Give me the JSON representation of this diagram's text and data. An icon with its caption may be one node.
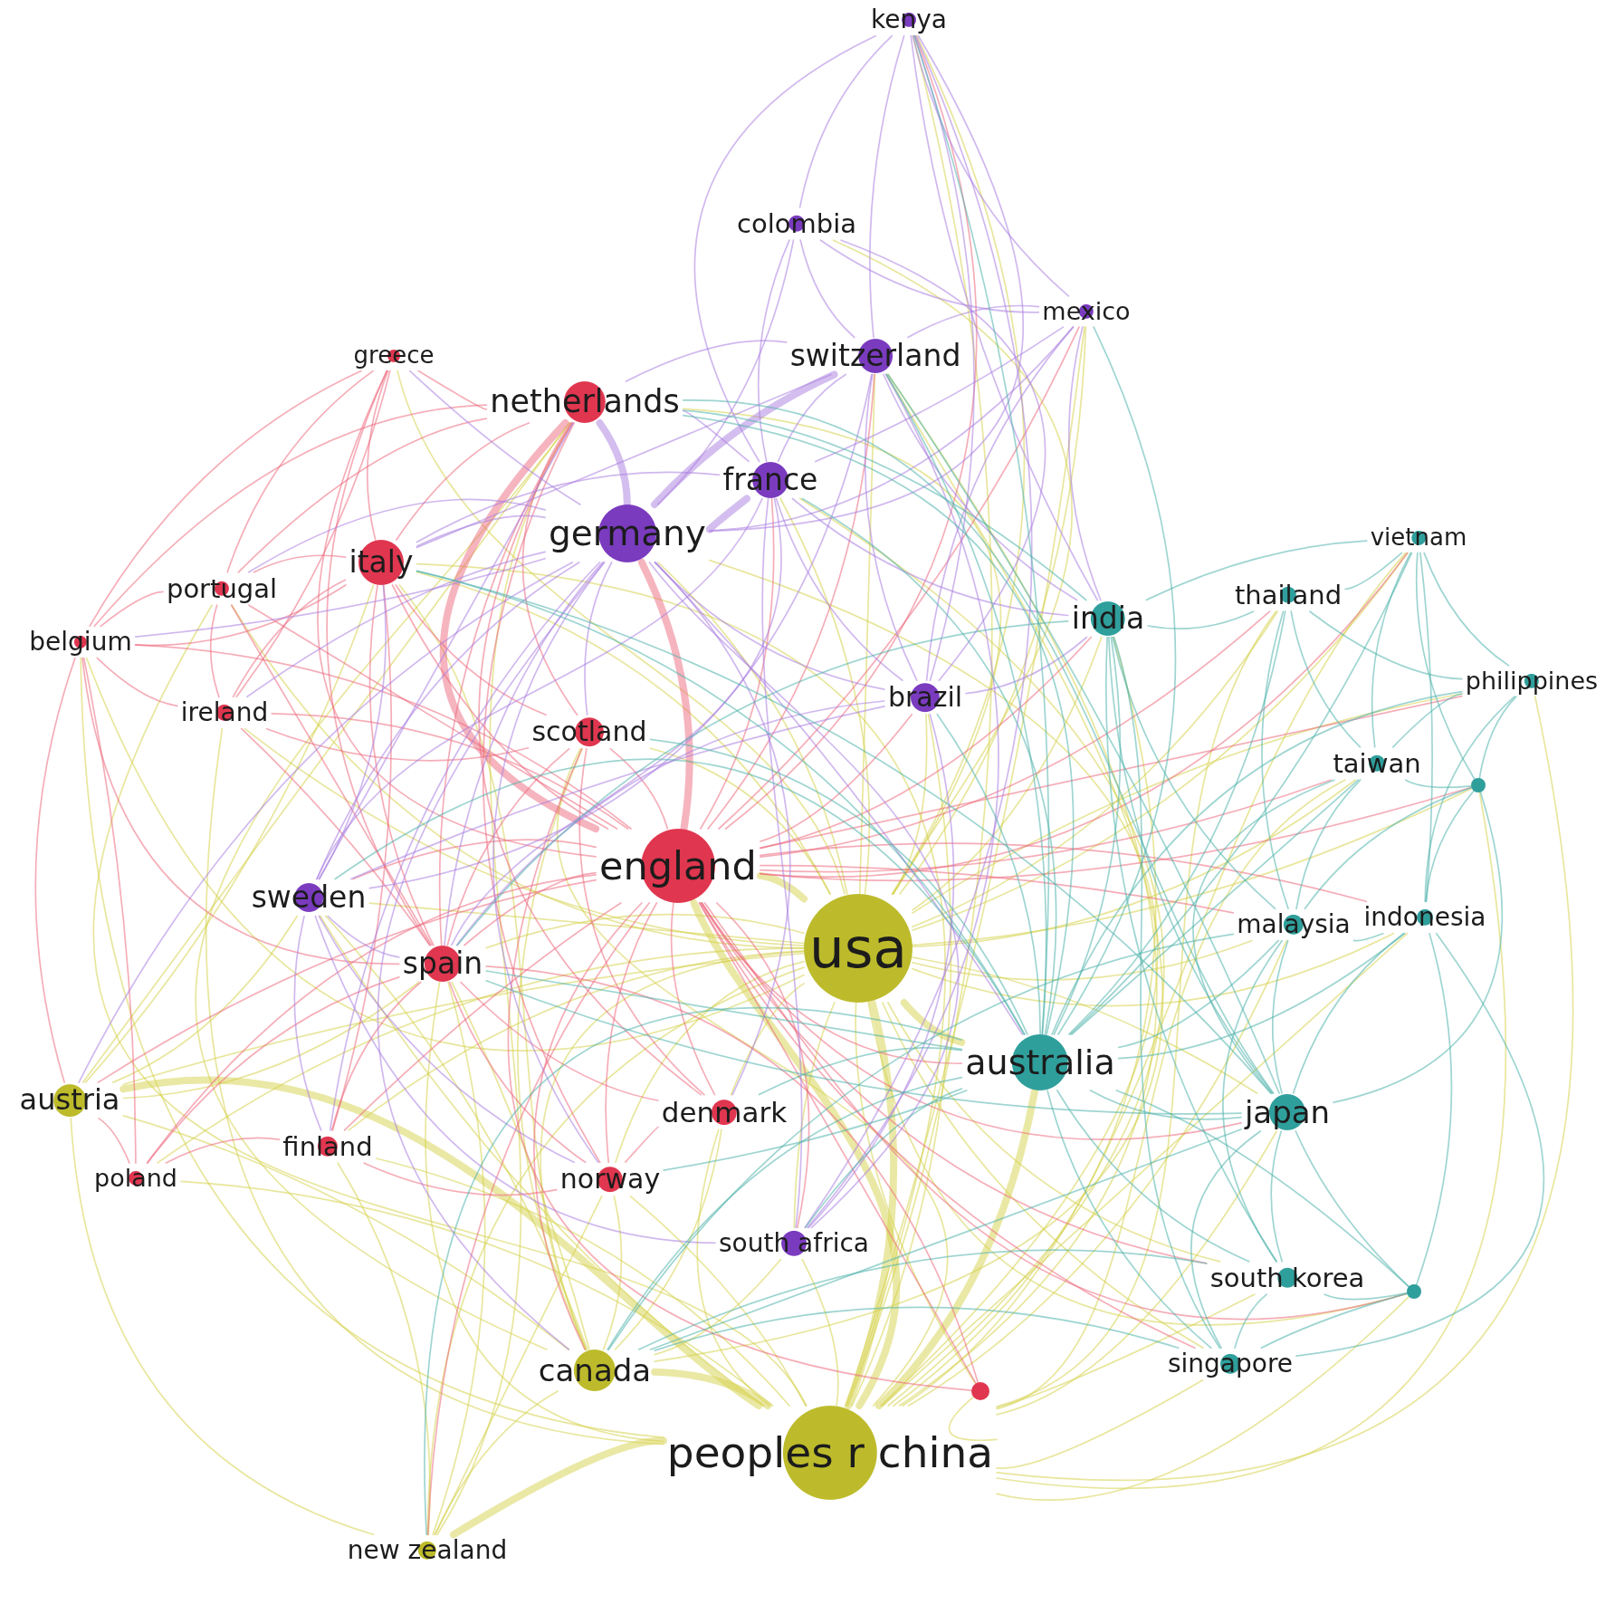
{
  "diagram": {
    "nodes": [
      {
        "text": [
          "kenya"
        ]
      },
      {
        "text": [
          "colombia"
        ]
      },
      {
        "text": [
          "mexico"
        ]
      },
      {
        "text": [
          "greece"
        ]
      },
      {
        "text": [
          "switzerland"
        ]
      },
      {
        "text": [
          "netherlands"
        ]
      },
      {
        "text": [
          "france"
        ]
      },
      {
        "text": [
          "germany"
        ]
      },
      {
        "text": [
          "vietnam"
        ]
      },
      {
        "text": [
          "italy"
        ]
      },
      {
        "text": [
          "portugal"
        ]
      },
      {
        "text": [
          "thailand"
        ]
      },
      {
        "text": [
          "india"
        ]
      },
      {
        "text": [
          "belgium"
        ]
      },
      {
        "text": [
          "philippines"
        ]
      },
      {
        "text": [
          "brazil"
        ]
      },
      {
        "text": [
          "ireland"
        ]
      },
      {
        "text": [
          "scotland"
        ]
      },
      {
        "text": [
          "taiwan"
        ]
      },
      {
        "text": [],
        "shape": "circle"
      },
      {
        "text": [
          "england"
        ]
      },
      {
        "text": [
          "sweden"
        ]
      },
      {
        "text": [
          "malaysia"
        ]
      },
      {
        "text": [
          "indonesia"
        ]
      },
      {
        "text": [
          "usa"
        ]
      },
      {
        "text": [
          "spain"
        ]
      },
      {
        "text": [
          "australia"
        ]
      },
      {
        "text": [
          "austria"
        ]
      },
      {
        "text": [
          "denmark"
        ]
      },
      {
        "text": [
          "japan"
        ]
      },
      {
        "text": [
          "finland"
        ]
      },
      {
        "text": [
          "poland"
        ]
      },
      {
        "text": [
          "norway"
        ]
      },
      {
        "text": [
          "south africa"
        ]
      },
      {
        "text": [
          "south korea"
        ]
      },
      {
        "text": [],
        "shape": "circle"
      },
      {
        "text": [
          "singapore"
        ]
      },
      {
        "text": [
          "canada"
        ]
      },
      {
        "text": [],
        "shape": "circle"
      },
      {
        "text": [
          "peoples r china"
        ]
      },
      {
        "text": [
          "new zealand"
        ]
      }
    ],
    "edges": [
      {
        "from": 24,
        "to": 0,
        "arrow": "none"
      },
      {
        "from": 24,
        "to": 1,
        "arrow": "none"
      },
      {
        "from": 24,
        "to": 2,
        "arrow": "none"
      },
      {
        "from": 24,
        "to": 3,
        "arrow": "none"
      },
      {
        "from": 24,
        "to": 4,
        "arrow": "none"
      },
      {
        "from": 24,
        "to": 5,
        "arrow": "none"
      },
      {
        "from": 24,
        "to": 6,
        "arrow": "none"
      },
      {
        "from": 24,
        "to": 7,
        "arrow": "none"
      },
      {
        "from": 24,
        "to": 8,
        "arrow": "none"
      },
      {
        "from": 24,
        "to": 9,
        "arrow": "none"
      },
      {
        "from": 24,
        "to": 10,
        "arrow": "none"
      },
      {
        "from": 24,
        "to": 11,
        "arrow": "none"
      },
      {
        "from": 24,
        "to": 12,
        "arrow": "none"
      },
      {
        "from": 24,
        "to": 13,
        "arrow": "none"
      },
      {
        "from": 24,
        "to": 14,
        "arrow": "none"
      },
      {
        "from": 24,
        "to": 15,
        "arrow": "none"
      },
      {
        "from": 24,
        "to": 16,
        "arrow": "none"
      },
      {
        "from": 24,
        "to": 17,
        "arrow": "none"
      },
      {
        "from": 24,
        "to": 18,
        "arrow": "none"
      },
      {
        "from": 24,
        "to": 19,
        "arrow": "none"
      },
      {
        "from": 24,
        "to": 20,
        "arrow": "none",
        "style": "thick"
      },
      {
        "from": 24,
        "to": 21,
        "arrow": "none"
      },
      {
        "from": 24,
        "to": 22,
        "arrow": "none"
      },
      {
        "from": 24,
        "to": 23,
        "arrow": "none"
      },
      {
        "from": 24,
        "to": 25,
        "arrow": "none"
      },
      {
        "from": 24,
        "to": 26,
        "arrow": "none",
        "style": "thick"
      },
      {
        "from": 24,
        "to": 27,
        "arrow": "none"
      },
      {
        "from": 24,
        "to": 28,
        "arrow": "none"
      },
      {
        "from": 24,
        "to": 29,
        "arrow": "none"
      },
      {
        "from": 24,
        "to": 30,
        "arrow": "none"
      },
      {
        "from": 24,
        "to": 31,
        "arrow": "none"
      },
      {
        "from": 24,
        "to": 32,
        "arrow": "none"
      },
      {
        "from": 24,
        "to": 33,
        "arrow": "none"
      },
      {
        "from": 24,
        "to": 34,
        "arrow": "none"
      },
      {
        "from": 24,
        "to": 35,
        "arrow": "none"
      },
      {
        "from": 24,
        "to": 36,
        "arrow": "none"
      },
      {
        "from": 24,
        "to": 37,
        "arrow": "none"
      },
      {
        "from": 24,
        "to": 38,
        "arrow": "none"
      },
      {
        "from": 24,
        "to": 39,
        "arrow": "none",
        "style": "thick"
      },
      {
        "from": 24,
        "to": 40,
        "arrow": "none"
      },
      {
        "from": 39,
        "to": 0,
        "arrow": "none"
      },
      {
        "from": 39,
        "to": 2,
        "arrow": "none"
      },
      {
        "from": 39,
        "to": 4,
        "arrow": "none"
      },
      {
        "from": 39,
        "to": 6,
        "arrow": "none"
      },
      {
        "from": 39,
        "to": 7,
        "arrow": "none"
      },
      {
        "from": 39,
        "to": 8,
        "arrow": "none"
      },
      {
        "from": 39,
        "to": 9,
        "arrow": "none"
      },
      {
        "from": 39,
        "to": 10,
        "arrow": "none"
      },
      {
        "from": 39,
        "to": 11,
        "arrow": "none"
      },
      {
        "from": 39,
        "to": 12,
        "arrow": "none"
      },
      {
        "from": 39,
        "to": 13,
        "arrow": "none"
      },
      {
        "from": 39,
        "to": 14,
        "arrow": "none"
      },
      {
        "from": 39,
        "to": 15,
        "arrow": "none"
      },
      {
        "from": 39,
        "to": 16,
        "arrow": "none"
      },
      {
        "from": 39,
        "to": 17,
        "arrow": "none"
      },
      {
        "from": 39,
        "to": 18,
        "arrow": "none"
      },
      {
        "from": 39,
        "to": 19,
        "arrow": "none"
      },
      {
        "from": 39,
        "to": 20,
        "arrow": "none",
        "style": "thick"
      },
      {
        "from": 39,
        "to": 21,
        "arrow": "none"
      },
      {
        "from": 39,
        "to": 22,
        "arrow": "none"
      },
      {
        "from": 39,
        "to": 23,
        "arrow": "none"
      },
      {
        "from": 39,
        "to": 25,
        "arrow": "none"
      },
      {
        "from": 39,
        "to": 26,
        "arrow": "none",
        "style": "thick"
      },
      {
        "from": 39,
        "to": 27,
        "arrow": "none",
        "style": "thick"
      },
      {
        "from": 39,
        "to": 28,
        "arrow": "none"
      },
      {
        "from": 39,
        "to": 29,
        "arrow": "none"
      },
      {
        "from": 39,
        "to": 30,
        "arrow": "none"
      },
      {
        "from": 39,
        "to": 31,
        "arrow": "none"
      },
      {
        "from": 39,
        "to": 32,
        "arrow": "none"
      },
      {
        "from": 39,
        "to": 33,
        "arrow": "none"
      },
      {
        "from": 39,
        "to": 34,
        "arrow": "none"
      },
      {
        "from": 39,
        "to": 35,
        "arrow": "none"
      },
      {
        "from": 39,
        "to": 36,
        "arrow": "none"
      },
      {
        "from": 39,
        "to": 37,
        "arrow": "none",
        "style": "thick"
      },
      {
        "from": 39,
        "to": 38,
        "arrow": "none"
      },
      {
        "from": 39,
        "to": 40,
        "arrow": "none",
        "style": "thick"
      },
      {
        "from": 37,
        "to": 40,
        "arrow": "none"
      },
      {
        "from": 37,
        "to": 27,
        "arrow": "none"
      },
      {
        "from": 37,
        "to": 5,
        "arrow": "none"
      },
      {
        "from": 37,
        "to": 9,
        "arrow": "none"
      },
      {
        "from": 37,
        "to": 25,
        "arrow": "none"
      },
      {
        "from": 37,
        "to": 21,
        "arrow": "none"
      },
      {
        "from": 37,
        "to": 28,
        "arrow": "none"
      },
      {
        "from": 37,
        "to": 32,
        "arrow": "none"
      },
      {
        "from": 37,
        "to": 17,
        "arrow": "none"
      },
      {
        "from": 37,
        "to": 4,
        "arrow": "none"
      },
      {
        "from": 37,
        "to": 33,
        "arrow": "none"
      },
      {
        "from": 27,
        "to": 40,
        "arrow": "none"
      },
      {
        "from": 27,
        "to": 5,
        "arrow": "none"
      },
      {
        "from": 27,
        "to": 21,
        "arrow": "none"
      },
      {
        "from": 27,
        "to": 9,
        "arrow": "none"
      },
      {
        "from": 27,
        "to": 25,
        "arrow": "none"
      },
      {
        "from": 40,
        "to": 5,
        "arrow": "none"
      },
      {
        "from": 40,
        "to": 25,
        "arrow": "none"
      },
      {
        "from": 40,
        "to": 30,
        "arrow": "none"
      },
      {
        "from": 40,
        "to": 32,
        "arrow": "none"
      },
      {
        "from": 20,
        "to": 0,
        "arrow": "none",
        "color": "#ec6a7e"
      },
      {
        "from": 20,
        "to": 2,
        "arrow": "none",
        "color": "#ec6a7e"
      },
      {
        "from": 20,
        "to": 3,
        "arrow": "none",
        "color": "#ec6a7e"
      },
      {
        "from": 20,
        "to": 4,
        "arrow": "none",
        "color": "#ec6a7e"
      },
      {
        "from": 20,
        "to": 5,
        "arrow": "none",
        "color": "#ec6a7e",
        "style": "thick"
      },
      {
        "from": 20,
        "to": 6,
        "arrow": "none",
        "color": "#ec6a7e"
      },
      {
        "from": 20,
        "to": 7,
        "arrow": "none",
        "color": "#ec6a7e",
        "style": "thick"
      },
      {
        "from": 20,
        "to": 8,
        "arrow": "none",
        "color": "#ec6a7e"
      },
      {
        "from": 20,
        "to": 9,
        "arrow": "none",
        "color": "#ec6a7e"
      },
      {
        "from": 20,
        "to": 10,
        "arrow": "none",
        "color": "#ec6a7e"
      },
      {
        "from": 20,
        "to": 11,
        "arrow": "none",
        "color": "#ec6a7e"
      },
      {
        "from": 20,
        "to": 12,
        "arrow": "none",
        "color": "#ec6a7e"
      },
      {
        "from": 20,
        "to": 13,
        "arrow": "none",
        "color": "#ec6a7e"
      },
      {
        "from": 20,
        "to": 14,
        "arrow": "none",
        "color": "#ec6a7e"
      },
      {
        "from": 20,
        "to": 15,
        "arrow": "none",
        "color": "#ec6a7e"
      },
      {
        "from": 20,
        "to": 16,
        "arrow": "none",
        "color": "#ec6a7e"
      },
      {
        "from": 20,
        "to": 17,
        "arrow": "none",
        "color": "#ec6a7e"
      },
      {
        "from": 20,
        "to": 18,
        "arrow": "none",
        "color": "#ec6a7e"
      },
      {
        "from": 20,
        "to": 19,
        "arrow": "none",
        "color": "#ec6a7e"
      },
      {
        "from": 20,
        "to": 21,
        "arrow": "none",
        "color": "#ec6a7e"
      },
      {
        "from": 20,
        "to": 22,
        "arrow": "none",
        "color": "#ec6a7e"
      },
      {
        "from": 20,
        "to": 23,
        "arrow": "none",
        "color": "#ec6a7e"
      },
      {
        "from": 20,
        "to": 25,
        "arrow": "none",
        "color": "#ec6a7e"
      },
      {
        "from": 20,
        "to": 26,
        "arrow": "none",
        "color": "#ec6a7e"
      },
      {
        "from": 20,
        "to": 27,
        "arrow": "none",
        "color": "#ec6a7e"
      },
      {
        "from": 20,
        "to": 28,
        "arrow": "none",
        "color": "#ec6a7e"
      },
      {
        "from": 20,
        "to": 29,
        "arrow": "none",
        "color": "#ec6a7e"
      },
      {
        "from": 20,
        "to": 30,
        "arrow": "none",
        "color": "#ec6a7e"
      },
      {
        "from": 20,
        "to": 31,
        "arrow": "none",
        "color": "#ec6a7e"
      },
      {
        "from": 20,
        "to": 32,
        "arrow": "none",
        "color": "#ec6a7e"
      },
      {
        "from": 20,
        "to": 33,
        "arrow": "none",
        "color": "#ec6a7e"
      },
      {
        "from": 20,
        "to": 34,
        "arrow": "none",
        "color": "#ec6a7e"
      },
      {
        "from": 20,
        "to": 35,
        "arrow": "none",
        "color": "#ec6a7e"
      },
      {
        "from": 20,
        "to": 36,
        "arrow": "none",
        "color": "#ec6a7e"
      },
      {
        "from": 20,
        "to": 37,
        "arrow": "none",
        "color": "#ec6a7e"
      },
      {
        "from": 20,
        "to": 38,
        "arrow": "none",
        "color": "#ec6a7e"
      },
      {
        "from": 20,
        "to": 40,
        "arrow": "none",
        "color": "#ec6a7e"
      },
      {
        "from": 3,
        "to": 5,
        "arrow": "none",
        "color": "#ec6a7e"
      },
      {
        "from": 3,
        "to": 9,
        "arrow": "none",
        "color": "#ec6a7e"
      },
      {
        "from": 3,
        "to": 10,
        "arrow": "none",
        "color": "#ec6a7e"
      },
      {
        "from": 3,
        "to": 13,
        "arrow": "none",
        "color": "#ec6a7e"
      },
      {
        "from": 3,
        "to": 16,
        "arrow": "none",
        "color": "#ec6a7e"
      },
      {
        "from": 3,
        "to": 25,
        "arrow": "none",
        "color": "#ec6a7e"
      },
      {
        "from": 5,
        "to": 9,
        "arrow": "none",
        "color": "#ec6a7e"
      },
      {
        "from": 5,
        "to": 10,
        "arrow": "none",
        "color": "#ec6a7e"
      },
      {
        "from": 5,
        "to": 13,
        "arrow": "none",
        "color": "#ec6a7e"
      },
      {
        "from": 5,
        "to": 17,
        "arrow": "none",
        "color": "#ec6a7e"
      },
      {
        "from": 5,
        "to": 25,
        "arrow": "none",
        "color": "#ec6a7e"
      },
      {
        "from": 5,
        "to": 28,
        "arrow": "none",
        "color": "#ec6a7e"
      },
      {
        "from": 5,
        "to": 32,
        "arrow": "none",
        "color": "#ec6a7e"
      },
      {
        "from": 9,
        "to": 10,
        "arrow": "none",
        "color": "#ec6a7e"
      },
      {
        "from": 9,
        "to": 13,
        "arrow": "none",
        "color": "#ec6a7e"
      },
      {
        "from": 9,
        "to": 16,
        "arrow": "none",
        "color": "#ec6a7e"
      },
      {
        "from": 9,
        "to": 17,
        "arrow": "none",
        "color": "#ec6a7e"
      },
      {
        "from": 9,
        "to": 25,
        "arrow": "none",
        "color": "#ec6a7e"
      },
      {
        "from": 9,
        "to": 30,
        "arrow": "none",
        "color": "#ec6a7e"
      },
      {
        "from": 10,
        "to": 13,
        "arrow": "none",
        "color": "#ec6a7e"
      },
      {
        "from": 10,
        "to": 16,
        "arrow": "none",
        "color": "#ec6a7e"
      },
      {
        "from": 10,
        "to": 25,
        "arrow": "none",
        "color": "#ec6a7e"
      },
      {
        "from": 13,
        "to": 16,
        "arrow": "none",
        "color": "#ec6a7e"
      },
      {
        "from": 13,
        "to": 25,
        "arrow": "none",
        "color": "#ec6a7e"
      },
      {
        "from": 13,
        "to": 31,
        "arrow": "none",
        "color": "#ec6a7e"
      },
      {
        "from": 16,
        "to": 17,
        "arrow": "none",
        "color": "#ec6a7e"
      },
      {
        "from": 16,
        "to": 25,
        "arrow": "none",
        "color": "#ec6a7e"
      },
      {
        "from": 17,
        "to": 25,
        "arrow": "none",
        "color": "#ec6a7e"
      },
      {
        "from": 17,
        "to": 28,
        "arrow": "none",
        "color": "#ec6a7e"
      },
      {
        "from": 25,
        "to": 28,
        "arrow": "none",
        "color": "#ec6a7e"
      },
      {
        "from": 25,
        "to": 30,
        "arrow": "none",
        "color": "#ec6a7e"
      },
      {
        "from": 25,
        "to": 31,
        "arrow": "none",
        "color": "#ec6a7e"
      },
      {
        "from": 25,
        "to": 32,
        "arrow": "none",
        "color": "#ec6a7e"
      },
      {
        "from": 28,
        "to": 32,
        "arrow": "none",
        "color": "#ec6a7e"
      },
      {
        "from": 30,
        "to": 31,
        "arrow": "none",
        "color": "#ec6a7e"
      },
      {
        "from": 30,
        "to": 32,
        "arrow": "none",
        "color": "#ec6a7e"
      },
      {
        "from": 38,
        "to": 25,
        "arrow": "none",
        "color": "#ec6a7e"
      },
      {
        "from": 38,
        "to": 17,
        "arrow": "none",
        "color": "#ec6a7e"
      },
      {
        "from": 13,
        "to": 27,
        "arrow": "none",
        "color": "#ec6a7e"
      },
      {
        "from": 31,
        "to": 27,
        "arrow": "none",
        "color": "#ec6a7e"
      },
      {
        "from": 7,
        "to": 0,
        "arrow": "none",
        "color": "#a97de0"
      },
      {
        "from": 7,
        "to": 1,
        "arrow": "none",
        "color": "#a97de0"
      },
      {
        "from": 7,
        "to": 2,
        "arrow": "none",
        "color": "#a97de0"
      },
      {
        "from": 7,
        "to": 3,
        "arrow": "none",
        "color": "#a97de0"
      },
      {
        "from": 7,
        "to": 4,
        "arrow": "none",
        "color": "#a97de0",
        "style": "thick"
      },
      {
        "from": 7,
        "to": 5,
        "arrow": "none",
        "color": "#a97de0",
        "style": "thick"
      },
      {
        "from": 7,
        "to": 6,
        "arrow": "none",
        "color": "#a97de0",
        "style": "thick"
      },
      {
        "from": 7,
        "to": 9,
        "arrow": "none",
        "color": "#a97de0"
      },
      {
        "from": 7,
        "to": 10,
        "arrow": "none",
        "color": "#a97de0"
      },
      {
        "from": 7,
        "to": 13,
        "arrow": "none",
        "color": "#a97de0"
      },
      {
        "from": 7,
        "to": 15,
        "arrow": "none",
        "color": "#a97de0"
      },
      {
        "from": 7,
        "to": 16,
        "arrow": "none",
        "color": "#a97de0"
      },
      {
        "from": 7,
        "to": 17,
        "arrow": "none",
        "color": "#a97de0"
      },
      {
        "from": 7,
        "to": 21,
        "arrow": "none",
        "color": "#a97de0"
      },
      {
        "from": 7,
        "to": 25,
        "arrow": "none",
        "color": "#a97de0"
      },
      {
        "from": 7,
        "to": 26,
        "arrow": "none",
        "color": "#a97de0"
      },
      {
        "from": 7,
        "to": 27,
        "arrow": "none",
        "color": "#a97de0"
      },
      {
        "from": 7,
        "to": 28,
        "arrow": "none",
        "color": "#a97de0"
      },
      {
        "from": 7,
        "to": 30,
        "arrow": "none",
        "color": "#a97de0"
      },
      {
        "from": 7,
        "to": 32,
        "arrow": "none",
        "color": "#a97de0"
      },
      {
        "from": 7,
        "to": 33,
        "arrow": "none",
        "color": "#a97de0"
      },
      {
        "from": 7,
        "to": 37,
        "arrow": "none",
        "color": "#a97de0"
      },
      {
        "from": 0,
        "to": 1,
        "arrow": "none",
        "color": "#a97de0"
      },
      {
        "from": 0,
        "to": 4,
        "arrow": "none",
        "color": "#a97de0"
      },
      {
        "from": 0,
        "to": 6,
        "arrow": "none",
        "color": "#a97de0"
      },
      {
        "from": 0,
        "to": 15,
        "arrow": "none",
        "color": "#a97de0"
      },
      {
        "from": 0,
        "to": 33,
        "arrow": "none",
        "color": "#a97de0"
      },
      {
        "from": 0,
        "to": 2,
        "arrow": "none",
        "color": "#a97de0"
      },
      {
        "from": 1,
        "to": 4,
        "arrow": "none",
        "color": "#a97de0"
      },
      {
        "from": 1,
        "to": 6,
        "arrow": "none",
        "color": "#a97de0"
      },
      {
        "from": 1,
        "to": 15,
        "arrow": "none",
        "color": "#a97de0"
      },
      {
        "from": 1,
        "to": 2,
        "arrow": "none",
        "color": "#a97de0"
      },
      {
        "from": 2,
        "to": 4,
        "arrow": "none",
        "color": "#a97de0"
      },
      {
        "from": 2,
        "to": 6,
        "arrow": "none",
        "color": "#a97de0"
      },
      {
        "from": 2,
        "to": 15,
        "arrow": "none",
        "color": "#a97de0"
      },
      {
        "from": 4,
        "to": 6,
        "arrow": "none",
        "color": "#a97de0"
      },
      {
        "from": 4,
        "to": 15,
        "arrow": "none",
        "color": "#a97de0"
      },
      {
        "from": 4,
        "to": 21,
        "arrow": "none",
        "color": "#a97de0"
      },
      {
        "from": 4,
        "to": 33,
        "arrow": "none",
        "color": "#a97de0"
      },
      {
        "from": 6,
        "to": 15,
        "arrow": "none",
        "color": "#a97de0"
      },
      {
        "from": 6,
        "to": 21,
        "arrow": "none",
        "color": "#a97de0"
      },
      {
        "from": 6,
        "to": 33,
        "arrow": "none",
        "color": "#a97de0"
      },
      {
        "from": 15,
        "to": 33,
        "arrow": "none",
        "color": "#a97de0"
      },
      {
        "from": 15,
        "to": 21,
        "arrow": "none",
        "color": "#a97de0"
      },
      {
        "from": 21,
        "to": 33,
        "arrow": "none",
        "color": "#a97de0"
      },
      {
        "from": 4,
        "to": 5,
        "arrow": "none",
        "color": "#a97de0"
      },
      {
        "from": 4,
        "to": 9,
        "arrow": "none",
        "color": "#a97de0"
      },
      {
        "from": 4,
        "to": 12,
        "arrow": "none",
        "color": "#a97de0"
      },
      {
        "from": 6,
        "to": 9,
        "arrow": "none",
        "color": "#a97de0"
      },
      {
        "from": 6,
        "to": 5,
        "arrow": "none",
        "color": "#a97de0"
      },
      {
        "from": 6,
        "to": 12,
        "arrow": "none",
        "color": "#a97de0"
      },
      {
        "from": 6,
        "to": 25,
        "arrow": "none",
        "color": "#a97de0"
      },
      {
        "from": 21,
        "to": 5,
        "arrow": "none",
        "color": "#a97de0"
      },
      {
        "from": 21,
        "to": 9,
        "arrow": "none",
        "color": "#a97de0"
      },
      {
        "from": 21,
        "to": 25,
        "arrow": "none",
        "color": "#a97de0"
      },
      {
        "from": 21,
        "to": 30,
        "arrow": "none",
        "color": "#a97de0"
      },
      {
        "from": 21,
        "to": 32,
        "arrow": "none",
        "color": "#a97de0"
      },
      {
        "from": 15,
        "to": 12,
        "arrow": "none",
        "color": "#a97de0"
      },
      {
        "from": 15,
        "to": 25,
        "arrow": "none",
        "color": "#a97de0"
      },
      {
        "from": 2,
        "to": 12,
        "arrow": "none",
        "color": "#a97de0"
      },
      {
        "from": 0,
        "to": 12,
        "arrow": "none",
        "color": "#a97de0"
      },
      {
        "from": 26,
        "to": 0,
        "arrow": "none",
        "color": "#4fb3ac"
      },
      {
        "from": 26,
        "to": 2,
        "arrow": "none",
        "color": "#4fb3ac"
      },
      {
        "from": 26,
        "to": 4,
        "arrow": "none",
        "color": "#4fb3ac"
      },
      {
        "from": 26,
        "to": 5,
        "arrow": "none",
        "color": "#4fb3ac"
      },
      {
        "from": 26,
        "to": 6,
        "arrow": "none",
        "color": "#4fb3ac"
      },
      {
        "from": 26,
        "to": 8,
        "arrow": "none",
        "color": "#4fb3ac"
      },
      {
        "from": 26,
        "to": 9,
        "arrow": "none",
        "color": "#4fb3ac"
      },
      {
        "from": 26,
        "to": 11,
        "arrow": "none",
        "color": "#4fb3ac"
      },
      {
        "from": 26,
        "to": 12,
        "arrow": "none",
        "color": "#4fb3ac"
      },
      {
        "from": 26,
        "to": 14,
        "arrow": "none",
        "color": "#4fb3ac"
      },
      {
        "from": 26,
        "to": 15,
        "arrow": "none",
        "color": "#4fb3ac"
      },
      {
        "from": 26,
        "to": 17,
        "arrow": "none",
        "color": "#4fb3ac"
      },
      {
        "from": 26,
        "to": 18,
        "arrow": "none",
        "color": "#4fb3ac"
      },
      {
        "from": 26,
        "to": 21,
        "arrow": "none",
        "color": "#4fb3ac"
      },
      {
        "from": 26,
        "to": 22,
        "arrow": "none",
        "color": "#4fb3ac"
      },
      {
        "from": 26,
        "to": 23,
        "arrow": "none",
        "color": "#4fb3ac"
      },
      {
        "from": 26,
        "to": 25,
        "arrow": "none",
        "color": "#4fb3ac"
      },
      {
        "from": 26,
        "to": 28,
        "arrow": "none",
        "color": "#4fb3ac"
      },
      {
        "from": 26,
        "to": 29,
        "arrow": "none",
        "color": "#4fb3ac"
      },
      {
        "from": 26,
        "to": 32,
        "arrow": "none",
        "color": "#4fb3ac"
      },
      {
        "from": 26,
        "to": 33,
        "arrow": "none",
        "color": "#4fb3ac"
      },
      {
        "from": 26,
        "to": 34,
        "arrow": "none",
        "color": "#4fb3ac"
      },
      {
        "from": 26,
        "to": 35,
        "arrow": "none",
        "color": "#4fb3ac"
      },
      {
        "from": 26,
        "to": 36,
        "arrow": "none",
        "color": "#4fb3ac"
      },
      {
        "from": 26,
        "to": 37,
        "arrow": "none",
        "color": "#4fb3ac"
      },
      {
        "from": 26,
        "to": 40,
        "arrow": "none",
        "color": "#4fb3ac"
      },
      {
        "from": 12,
        "to": 11,
        "arrow": "none",
        "color": "#4fb3ac"
      },
      {
        "from": 12,
        "to": 8,
        "arrow": "none",
        "color": "#4fb3ac"
      },
      {
        "from": 12,
        "to": 22,
        "arrow": "none",
        "color": "#4fb3ac"
      },
      {
        "from": 12,
        "to": 29,
        "arrow": "none",
        "color": "#4fb3ac"
      },
      {
        "from": 12,
        "to": 34,
        "arrow": "none",
        "color": "#4fb3ac"
      },
      {
        "from": 12,
        "to": 36,
        "arrow": "none",
        "color": "#4fb3ac"
      },
      {
        "from": 11,
        "to": 8,
        "arrow": "none",
        "color": "#4fb3ac"
      },
      {
        "from": 11,
        "to": 14,
        "arrow": "none",
        "color": "#4fb3ac"
      },
      {
        "from": 11,
        "to": 22,
        "arrow": "none",
        "color": "#4fb3ac"
      },
      {
        "from": 11,
        "to": 18,
        "arrow": "none",
        "color": "#4fb3ac"
      },
      {
        "from": 8,
        "to": 14,
        "arrow": "none",
        "color": "#4fb3ac"
      },
      {
        "from": 8,
        "to": 18,
        "arrow": "none",
        "color": "#4fb3ac"
      },
      {
        "from": 8,
        "to": 19,
        "arrow": "none",
        "color": "#4fb3ac"
      },
      {
        "from": 8,
        "to": 23,
        "arrow": "none",
        "color": "#4fb3ac"
      },
      {
        "from": 14,
        "to": 18,
        "arrow": "none",
        "color": "#4fb3ac"
      },
      {
        "from": 14,
        "to": 19,
        "arrow": "none",
        "color": "#4fb3ac"
      },
      {
        "from": 14,
        "to": 23,
        "arrow": "none",
        "color": "#4fb3ac"
      },
      {
        "from": 18,
        "to": 19,
        "arrow": "none",
        "color": "#4fb3ac"
      },
      {
        "from": 18,
        "to": 22,
        "arrow": "none",
        "color": "#4fb3ac"
      },
      {
        "from": 18,
        "to": 29,
        "arrow": "none",
        "color": "#4fb3ac"
      },
      {
        "from": 19,
        "to": 22,
        "arrow": "none",
        "color": "#4fb3ac"
      },
      {
        "from": 19,
        "to": 23,
        "arrow": "none",
        "color": "#4fb3ac"
      },
      {
        "from": 19,
        "to": 29,
        "arrow": "none",
        "color": "#4fb3ac"
      },
      {
        "from": 22,
        "to": 23,
        "arrow": "none",
        "color": "#4fb3ac"
      },
      {
        "from": 22,
        "to": 29,
        "arrow": "none",
        "color": "#4fb3ac"
      },
      {
        "from": 22,
        "to": 34,
        "arrow": "none",
        "color": "#4fb3ac"
      },
      {
        "from": 23,
        "to": 29,
        "arrow": "none",
        "color": "#4fb3ac"
      },
      {
        "from": 23,
        "to": 36,
        "arrow": "none",
        "color": "#4fb3ac"
      },
      {
        "from": 29,
        "to": 34,
        "arrow": "none",
        "color": "#4fb3ac"
      },
      {
        "from": 29,
        "to": 35,
        "arrow": "none",
        "color": "#4fb3ac"
      },
      {
        "from": 29,
        "to": 36,
        "arrow": "none",
        "color": "#4fb3ac"
      },
      {
        "from": 34,
        "to": 35,
        "arrow": "none",
        "color": "#4fb3ac"
      },
      {
        "from": 34,
        "to": 36,
        "arrow": "none",
        "color": "#4fb3ac"
      },
      {
        "from": 35,
        "to": 36,
        "arrow": "none",
        "color": "#4fb3ac"
      },
      {
        "from": 35,
        "to": 23,
        "arrow": "none",
        "color": "#4fb3ac"
      },
      {
        "from": 29,
        "to": 5,
        "arrow": "none",
        "color": "#4fb3ac"
      },
      {
        "from": 29,
        "to": 9,
        "arrow": "none",
        "color": "#4fb3ac"
      },
      {
        "from": 29,
        "to": 25,
        "arrow": "none",
        "color": "#4fb3ac"
      },
      {
        "from": 29,
        "to": 4,
        "arrow": "none",
        "color": "#4fb3ac"
      },
      {
        "from": 29,
        "to": 37,
        "arrow": "none",
        "color": "#4fb3ac"
      },
      {
        "from": 12,
        "to": 5,
        "arrow": "none",
        "color": "#4fb3ac"
      },
      {
        "from": 12,
        "to": 25,
        "arrow": "none",
        "color": "#4fb3ac"
      },
      {
        "from": 36,
        "to": 37,
        "arrow": "none",
        "color": "#4fb3ac"
      },
      {
        "from": 34,
        "to": 37,
        "arrow": "none",
        "color": "#4fb3ac"
      },
      {
        "from": 22,
        "to": 37,
        "arrow": "none",
        "color": "#4fb3ac"
      }
    ]
  }
}
